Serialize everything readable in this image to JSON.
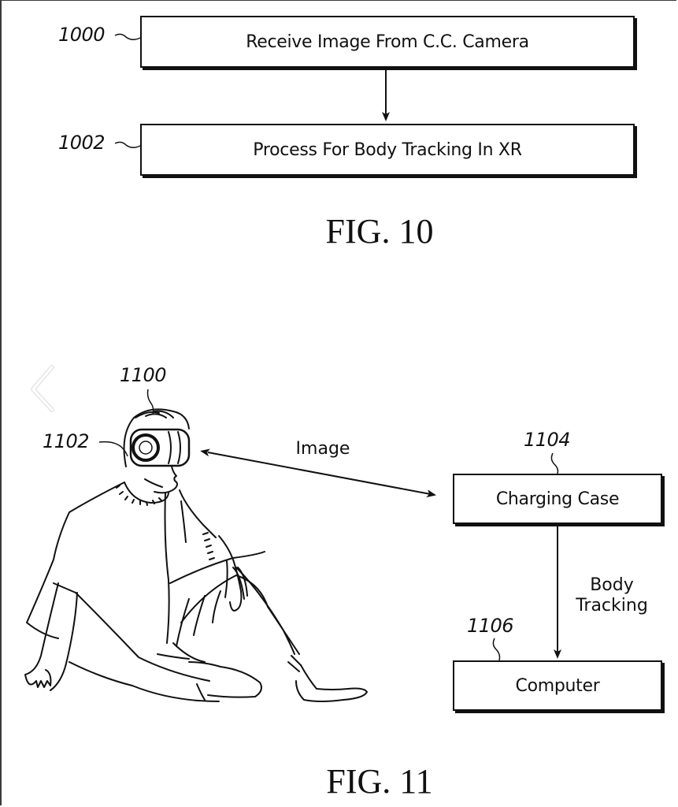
{
  "viewer": {
    "prev_button_label": "previous image"
  },
  "fig10": {
    "caption": "FIG. 10",
    "steps": [
      {
        "ref": "1000",
        "label": "Receive Image From C.C. Camera"
      },
      {
        "ref": "1002",
        "label": "Process For Body Tracking In XR"
      }
    ]
  },
  "fig11": {
    "caption": "FIG. 11",
    "user_ref": "1100",
    "headset_ref": "1102",
    "image_link_label": "Image",
    "charging_case": {
      "ref": "1104",
      "label": "Charging Case"
    },
    "computer": {
      "ref": "1106",
      "label": "Computer"
    },
    "body_tracking_label_line1": "Body",
    "body_tracking_label_line2": "Tracking"
  }
}
